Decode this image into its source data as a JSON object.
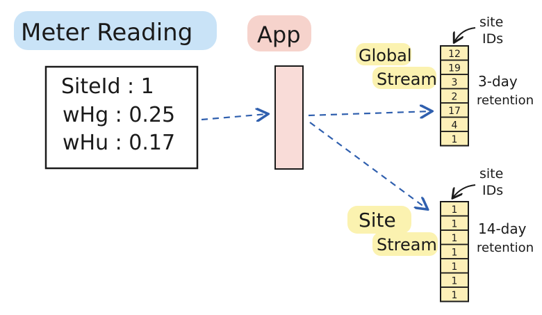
{
  "meter": {
    "title": "Meter Reading",
    "lines": [
      "SiteId : 1",
      "wHg : 0.25",
      "wHu : 0.17"
    ]
  },
  "app": {
    "label": "App"
  },
  "global": {
    "label_line1": "Global",
    "label_line2": "Stream",
    "ids_line1": "site",
    "ids_line2": "IDs",
    "retention_line1": "3-day",
    "retention_line2": "retention",
    "cells": [
      "12",
      "19",
      "3",
      "2",
      "17",
      "4",
      "1"
    ]
  },
  "site": {
    "label_line1": "Site",
    "label_line2": "Stream",
    "ids_line1": "site",
    "ids_line2": "IDs",
    "retention_line1": "14-day",
    "retention_line2": "retention",
    "cells": [
      "1",
      "1",
      "1",
      "1",
      "1",
      "1",
      "1"
    ]
  },
  "colors": {
    "title_highlight": "#c9e3f7",
    "app_highlight": "#f6d3cc",
    "app_box": "#f9dcd8",
    "stream_fill": "#fdf0b8",
    "label_highlight": "#fbf2b0",
    "arrow": "#2f5fae",
    "ink": "#1a1a1a"
  }
}
